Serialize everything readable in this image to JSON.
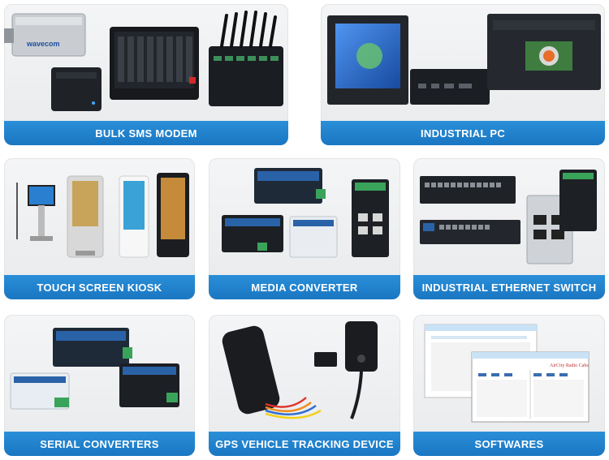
{
  "categories": [
    {
      "id": "bulk-sms-modem",
      "label": "BULK SMS MODEM"
    },
    {
      "id": "industrial-pc",
      "label": "INDUSTRIAL PC"
    },
    {
      "id": "touch-screen-kiosk",
      "label": "TOUCH SCREEN KIOSK"
    },
    {
      "id": "media-converter",
      "label": "MEDIA CONVERTER"
    },
    {
      "id": "industrial-ethernet-switch",
      "label": "INDUSTRIAL ETHERNET SWITCH"
    },
    {
      "id": "serial-converters",
      "label": "SERIAL CONVERTERS"
    },
    {
      "id": "gps-vehicle-tracking-device",
      "label": "GPS VEHICLE TRACKING DEVICE"
    },
    {
      "id": "softwares",
      "label": "SOFTWARES"
    }
  ],
  "logo_texts": {
    "modem_brand": "wavecom",
    "screen_title": "AirCity Radio Cabs"
  },
  "colors": {
    "label_bar": "#1f80c9",
    "card_bg": "#eeeff1",
    "device_dark": "#1c1f24",
    "device_blue": "#2a62a8",
    "terminal_green": "#3aa35a"
  }
}
